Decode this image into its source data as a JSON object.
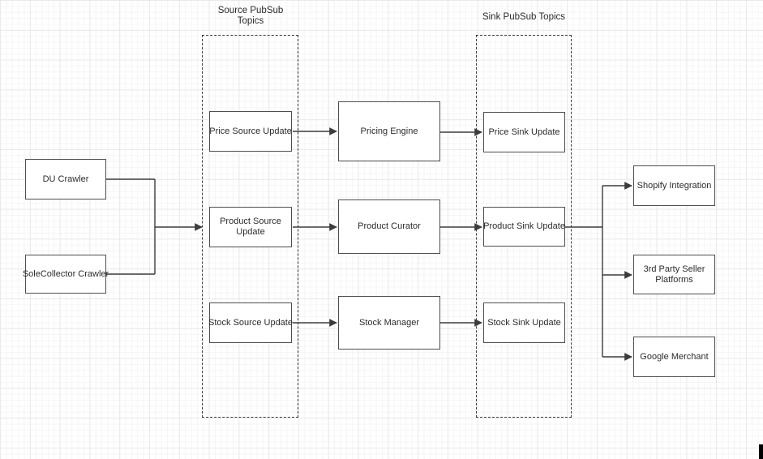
{
  "colors": {
    "canvas_background": "#ffffff",
    "grid_minor": "#f5f5f5",
    "grid_major": "#e9e9e9",
    "node_fill": "#ffffff",
    "node_border": "#4f4f4f",
    "connector": "#3c3c3c",
    "text": "#2b2b2b"
  },
  "groups": {
    "source": {
      "label": "Source PubSub Topics"
    },
    "sink": {
      "label": "Sink PubSub Topics"
    }
  },
  "nodes": {
    "du_crawler": {
      "label": "DU Crawler"
    },
    "solecollector_crawler": {
      "label": "SoleCollector Crawler"
    },
    "price_source_update": {
      "label": "Price Source Update"
    },
    "product_source_update": {
      "label": "Product Source Update"
    },
    "stock_source_update": {
      "label": "Stock Source Update"
    },
    "pricing_engine": {
      "label": "Pricing Engine"
    },
    "product_curator": {
      "label": "Product Curator"
    },
    "stock_manager": {
      "label": "Stock Manager"
    },
    "price_sink_update": {
      "label": "Price Sink Update"
    },
    "product_sink_update": {
      "label": "Product Sink Update"
    },
    "stock_sink_update": {
      "label": "Stock Sink Update"
    },
    "shopify_integration": {
      "label": "Shopify Integration"
    },
    "third_party_seller_platforms": {
      "label": "3rd Party Seller Platforms"
    },
    "google_merchant": {
      "label": "Google Merchant"
    }
  }
}
